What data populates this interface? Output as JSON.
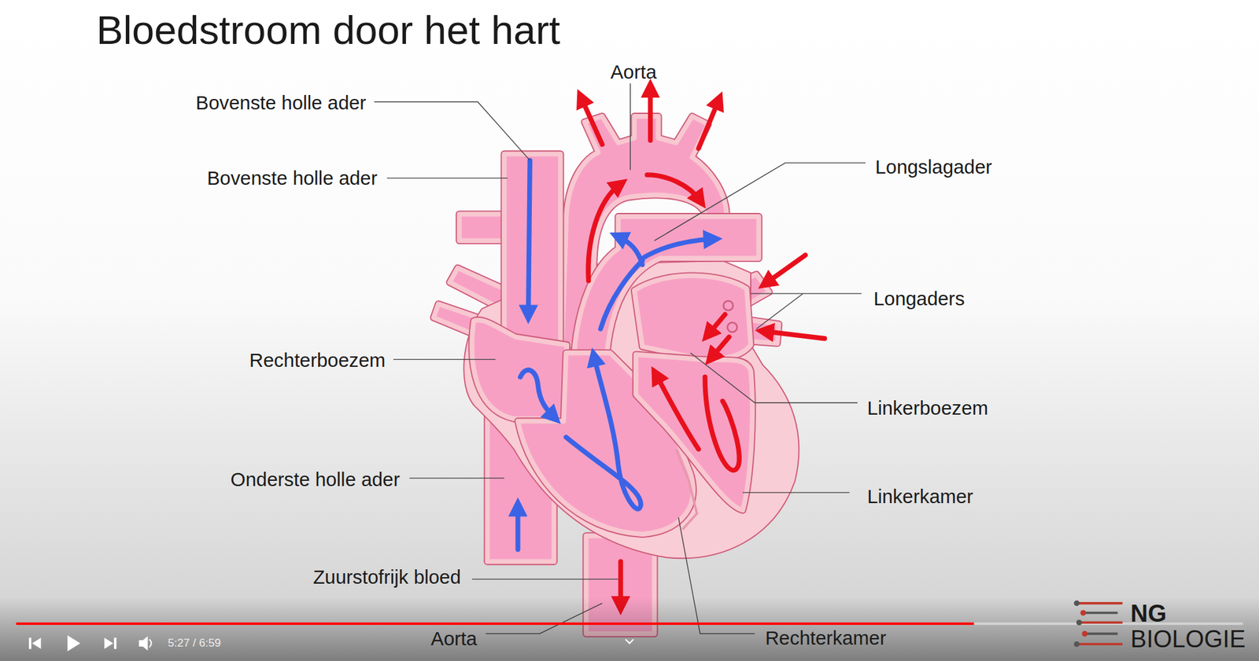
{
  "diagram": {
    "title": "Bloedstroom door het hart",
    "labels": [
      "Aorta",
      "Bovenste holle ader",
      "Longslagader",
      "Bovenste holle ader",
      "Longaders",
      "Rechterboezem",
      "Linkerboezem",
      "Onderste holle ader",
      "Linkerkamer",
      "Zuurstofrijk bloed",
      "Aorta",
      "Rechterkamer",
      "5:27 / 6:59",
      "NG",
      "BIOLOGIE"
    ]
  }
}
